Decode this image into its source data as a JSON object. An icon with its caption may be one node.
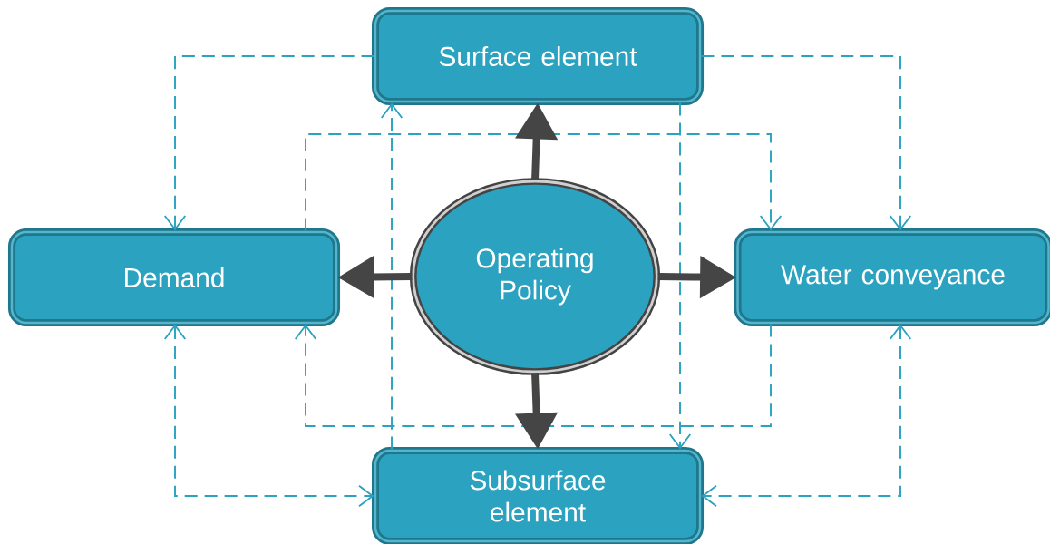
{
  "diagram": {
    "nodes": [
      {
        "text": [
          "Surface element"
        ]
      },
      {
        "text": [
          "Demand"
        ]
      },
      {
        "text": [
          "Operating Policy"
        ]
      },
      {
        "text": [
          "Water conveyance"
        ]
      },
      {
        "text": [
          "Subsurface element"
        ]
      }
    ],
    "edges": [
      {
        "from": 0,
        "to": 1,
        "arrow": "to",
        "style": "dashed"
      },
      {
        "from": 0,
        "to": 3,
        "arrow": "to",
        "style": "dashed"
      },
      {
        "from": 0,
        "to": 4,
        "arrow": "to",
        "style": "dashed"
      },
      {
        "from": 4,
        "to": 0,
        "arrow": "to",
        "style": "dashed"
      },
      {
        "from": 1,
        "to": 3,
        "arrow": "to",
        "style": "dashed"
      },
      {
        "from": 3,
        "to": 1,
        "arrow": "to",
        "style": "dashed"
      },
      {
        "from": 1,
        "to": 4,
        "arrow": "both",
        "style": "dashed"
      },
      {
        "from": 3,
        "to": 4,
        "arrow": "both",
        "style": "dashed"
      },
      {
        "from": 2,
        "to": 0,
        "arrow": "to",
        "style": "thick",
        "color": "#454545"
      },
      {
        "from": 2,
        "to": 1,
        "arrow": "to",
        "style": "thick",
        "color": "#454545"
      },
      {
        "from": 2,
        "to": 3,
        "arrow": "to",
        "style": "thick",
        "color": "#454545"
      },
      {
        "from": 2,
        "to": 4,
        "arrow": "to",
        "style": "thick",
        "color": "#454545"
      }
    ]
  }
}
